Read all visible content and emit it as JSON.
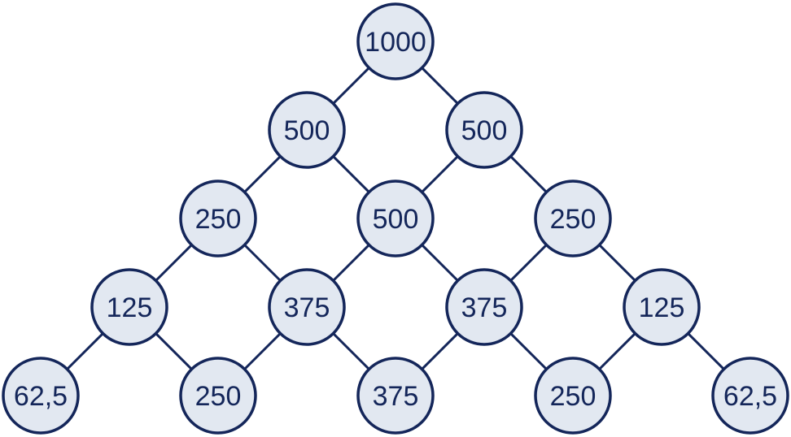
{
  "colors": {
    "node_fill": "#e2e8f1",
    "node_stroke": "#14265a",
    "edge": "#14265a",
    "text": "#14265a"
  },
  "diagram": {
    "rows": [
      [
        "1000"
      ],
      [
        "500",
        "500"
      ],
      [
        "250",
        "500",
        "250"
      ],
      [
        "125",
        "375",
        "375",
        "125"
      ],
      [
        "62,5",
        "250",
        "375",
        "250",
        "62,5"
      ]
    ]
  }
}
